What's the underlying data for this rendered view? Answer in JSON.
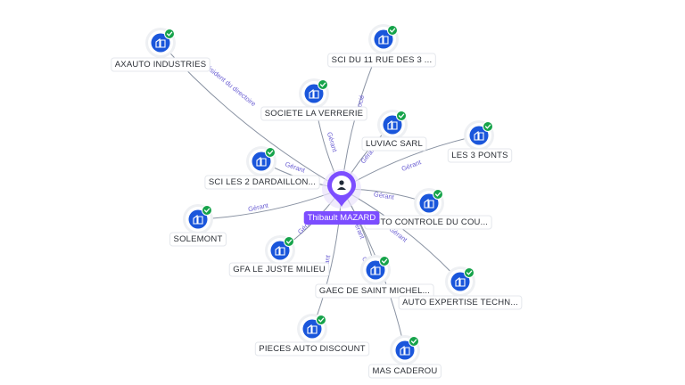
{
  "person": {
    "name": "Thibault MAZARD",
    "icon": "person-pin-icon",
    "color": "#7c4dff"
  },
  "colors": {
    "company_icon_bg": "#1a56db",
    "check_badge": "#16a34a",
    "edge": "#8a93a3",
    "edge_label": "#6b5fd3"
  },
  "companies": [
    {
      "id": "axauto",
      "name": "AXAUTO INDUSTRIES",
      "relation": "Président du directoire"
    },
    {
      "id": "sci11",
      "name": "SCI DU 11 RUE DES 3 ...",
      "relation": "Associé"
    },
    {
      "id": "verrerie",
      "name": "SOCIETE LA VERRERIE",
      "relation": "Gérant"
    },
    {
      "id": "luviac",
      "name": "LUVIAC SARL",
      "relation": "Gérant"
    },
    {
      "id": "3ponts",
      "name": "LES 3 PONTS",
      "relation": "Gérant"
    },
    {
      "id": "sci2",
      "name": "SCI LES 2 DARDAILLON...",
      "relation": "Gérant"
    },
    {
      "id": "solemont",
      "name": "SOLEMONT",
      "relation": "Gérant"
    },
    {
      "id": "autocontrole",
      "name": "AUTO CONTROLE DU COU...",
      "relation": "Gérant"
    },
    {
      "id": "gfa",
      "name": "GFA LE JUSTE MILIEU",
      "relation": "Gérant"
    },
    {
      "id": "gaec",
      "name": "GAEC DE SAINT MICHEL...",
      "relation": "Gérant"
    },
    {
      "id": "autoexpertise",
      "name": "AUTO EXPERTISE TECHN...",
      "relation": "Gérant"
    },
    {
      "id": "pieces",
      "name": "PIECES AUTO DISCOUNT",
      "relation": "Gérant"
    },
    {
      "id": "mascaderou",
      "name": "MAS CADEROU",
      "relation": "Gérant"
    }
  ]
}
